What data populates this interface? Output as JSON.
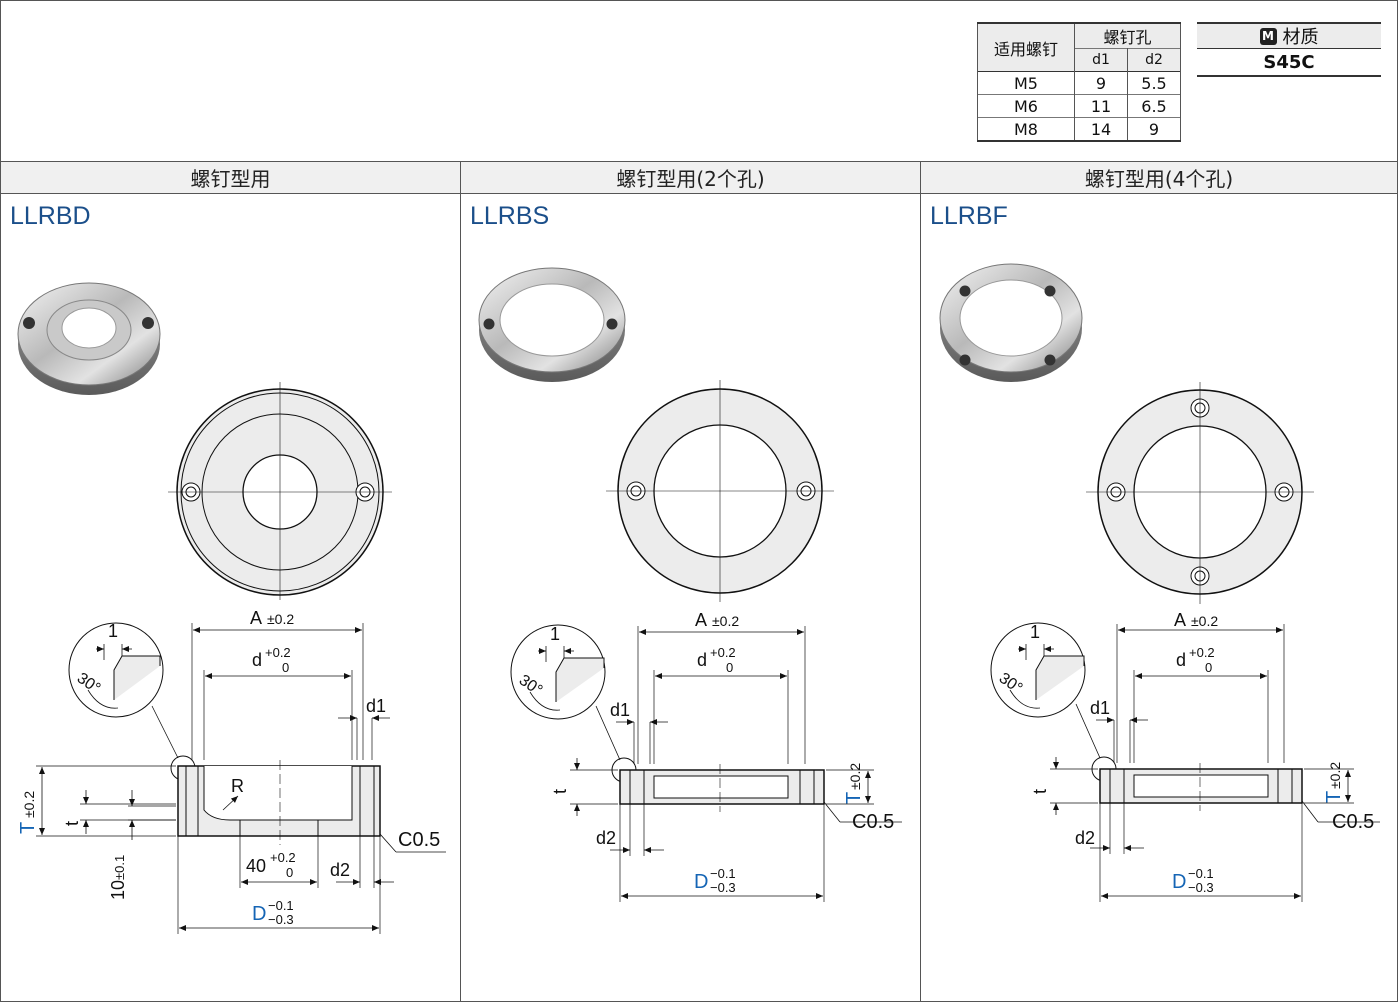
{
  "spec_table": {
    "screw_header": "适用螺钉",
    "hole_header": "螺钉孔",
    "d1_header": "d1",
    "d2_header": "d2",
    "rows": [
      {
        "screw": "M5",
        "d1": "9",
        "d2": "5.5"
      },
      {
        "screw": "M6",
        "d1": "11",
        "d2": "6.5"
      },
      {
        "screw": "M8",
        "d1": "14",
        "d2": "9"
      }
    ]
  },
  "material": {
    "badge": "M",
    "title": "材质",
    "value": "S45C"
  },
  "columns": [
    {
      "header": "螺钉型用",
      "model": "LLRBD"
    },
    {
      "header": "螺钉型用(2个孔)",
      "model": "LLRBS"
    },
    {
      "header": "螺钉型用(4个孔)",
      "model": "LLRBF"
    }
  ],
  "labels": {
    "A": "A",
    "A_tol": "±0.2",
    "d": "d",
    "d_tol_up": "+0.2",
    "d_tol_low": "0",
    "d1": "d1",
    "d2": "d2",
    "D": "D",
    "D_tol_up": "−0.1",
    "D_tol_low": "−0.3",
    "T": "T",
    "T_tol": "±0.2",
    "t": "t",
    "R": "R",
    "C": "C0.5",
    "detail_1": "1",
    "detail_angle": "30°",
    "dim_40": "40",
    "dim_40_up": "+0.2",
    "dim_40_low": "0",
    "dim_10": "10",
    "dim_10_tol": "±0.1"
  },
  "colors": {
    "accent": "#1b4f8a",
    "tol_blue": "#1565b5",
    "face": "#ececec"
  }
}
